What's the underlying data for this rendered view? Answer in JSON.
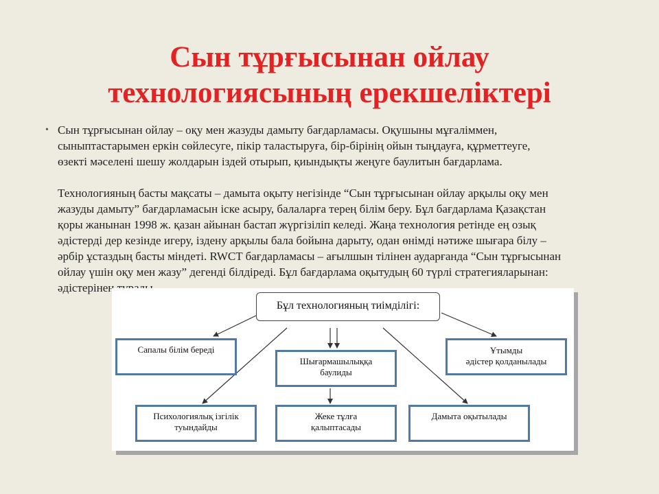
{
  "title": {
    "line1": "Сын тұрғысынан ойлау",
    "line2": "технологиясының ерекшеліктері"
  },
  "bullet_symbol": "•",
  "paragraph1": [
    "Сын тұрғысынан ойлау – оқу мен жазуды дамыту бағдарламасы. Оқушыны мұғаліммен,",
    "сыныптастарымен еркін сөйлесуге, пікір таластыруға, бір-бірінің ойын тыңдауға, құрметтеуге,",
    "өзекті мәселені шешу жолдарын іздей отырып, қиындықты жеңуге баулитын бағдарлама."
  ],
  "paragraph2": [
    "Технологияның басты мақсаты – дамыта оқыту негізінде “Сын тұрғысынан ойлау арқылы оқу мен",
    "жазуды дамыту” бағдарламасын іске асыру, балаларға терең білім беру. Бұл бағдарлама Қазақстан",
    "қоры жанынан 1998 ж. қазан айынан бастап жүргізіліп келеді. Жаңа технология ретінде ең озық",
    "әдістерді дер кезінде игеру, іздену арқылы бала бойына дарыту, одан өнімді нәтиже шығара білу –",
    "әрбір ұстаздың басты міндеті. RWCT бағдарламасы – ағылшын тілінен аударғанда “Сын тұрғысынан",
    "ойлау үшін оқу мен жазу” дегенді білдіреді. Бұл бағдарлама оқытудың 60 түрлі стратегияларынан:",
    "әдістерінен тұрады."
  ],
  "diagram": {
    "root": "Бұл технологияның тиімділігі:",
    "nodes": {
      "sapaly": "Сапалы білім береді",
      "shygarm_1": "Шығармашылыққа",
      "shygarm_2": "баулиды",
      "utymdy_1": "Ұтымды",
      "utymdy_2": "әдістер қолданылады",
      "psych_1": "Психологиялық ізгілік",
      "psych_2": "туындайды",
      "zheke_1": "Жеке тұлға",
      "zheke_2": "қалыптасады",
      "damyta": "Дамыта оқытылады"
    },
    "box_border_color": "#4f7aa6"
  },
  "colors": {
    "background": "#eeece1",
    "title": "#e32323",
    "text": "#222222"
  }
}
